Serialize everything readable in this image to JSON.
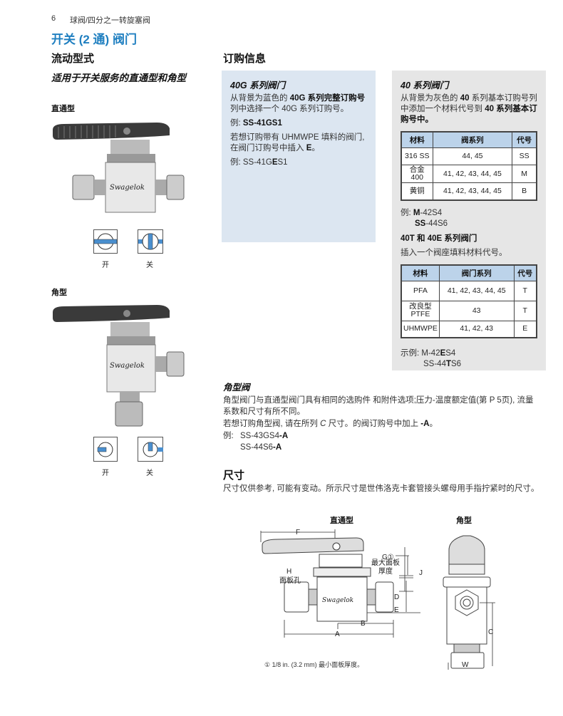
{
  "header": {
    "page_number": "6",
    "running_title": "球阀/四分之一转旋塞阀"
  },
  "title": "开关 (2 通) 阀门",
  "left": {
    "heading": "流动型式",
    "subheading": "适用于开关服务的直通型和角型",
    "straight_label": "直通型",
    "angle_label": "角型",
    "open_label": "开",
    "closed_label": "关",
    "brand_mark": "Swagelok"
  },
  "ordering": {
    "heading": "订购信息",
    "box40g": {
      "title": "40G 系列阀门",
      "p1_a": "从背景为蓝色的 ",
      "p1_b": "40G 系列完整订购号",
      "p1_c": "列中选择一个 40G 系列订购号。",
      "ex_label": "例: ",
      "ex_value": "SS-41GS1",
      "p2_a": "若想订购带有 UHMWPE 填料的阀门, 在阀门订购号中插入 ",
      "p2_b": "E",
      "p2_c": "。",
      "ex2_label": "例: ",
      "ex2_a": "SS-41G",
      "ex2_b": "E",
      "ex2_c": "S1"
    },
    "box40": {
      "title": "40 系列阀门",
      "p1_a": "从背景为灰色的 ",
      "p1_b": "40",
      "p1_c": " 系列基本订购号列中添加一个材料代号到 ",
      "p1_d": "40 系列基本订购号中。",
      "table": {
        "headers": [
          "材料",
          "阀系列",
          "代号"
        ],
        "rows": [
          [
            "316 SS",
            "44, 45",
            "SS"
          ],
          [
            "合金 400",
            "41, 42, 43, 44, 45",
            "M"
          ],
          [
            "黄铜",
            "41, 42, 43, 44, 45",
            "B"
          ]
        ]
      },
      "ex_label": "例: ",
      "ex1_a": "M",
      "ex1_b": "-42S4",
      "ex2_a": "SS",
      "ex2_b": "-44S6",
      "sub_title": "40T 和 40E 系列阀门",
      "sub_text": "插入一个阀座填料材料代号。",
      "table2": {
        "headers": [
          "材料",
          "阀门系列",
          "代号"
        ],
        "rows": [
          [
            "PFA",
            "41, 42, 43, 44, 45",
            "T"
          ],
          [
            "改良型 PTFE",
            "43",
            "T"
          ],
          [
            "UHMWPE",
            "41, 42, 43",
            "E"
          ]
        ]
      },
      "ex3_label": "示例: ",
      "ex3_a": "M-42",
      "ex3_b": "E",
      "ex3_c": "S4",
      "ex4_a": "SS-44",
      "ex4_b": "T",
      "ex4_c": "S6"
    }
  },
  "angle_valve": {
    "title": "角型阀",
    "p1": "角型阀门与直通型阀门具有相同的选购件 和附件选项;压力-温度额定值(第 P 5页), 流量系数和尺寸有所不同。",
    "p2_a": "若想订购角型阀, 请在所列 ",
    "p2_b": "C",
    "p2_c": " 尺寸。的阀订购号中加上 ",
    "p2_d": "-A",
    "p2_e": "。",
    "ex_label": "例:",
    "ex1_a": "SS-43GS4",
    "ex1_b": "-A",
    "ex2_a": "SS-44S6",
    "ex2_b": "-A"
  },
  "dimensions": {
    "heading": "尺寸",
    "text": "尺寸仅供参考, 可能有变动。所示尺寸是世伟洛克卡套管接头螺母用手指拧紧时的尺寸。",
    "straight_title": "直通型",
    "angle_title": "角型",
    "labels": {
      "A": "A",
      "B": "B",
      "C": "C",
      "D": "D",
      "E": "E",
      "F": "F",
      "G": "G①",
      "G_note": "最大面板厚度",
      "H": "H",
      "H_note": "面板孔",
      "J": "J",
      "W": "W"
    },
    "footnote": "① 1/8 in. (3.2 mm) 最小面板厚度。"
  },
  "colors": {
    "title_blue": "#1f7fc0",
    "box_blue": "#dce6f1",
    "box_gray": "#e6e6e6",
    "table_header": "#bcd3ea",
    "handle_blue": "#4a8fcf"
  }
}
